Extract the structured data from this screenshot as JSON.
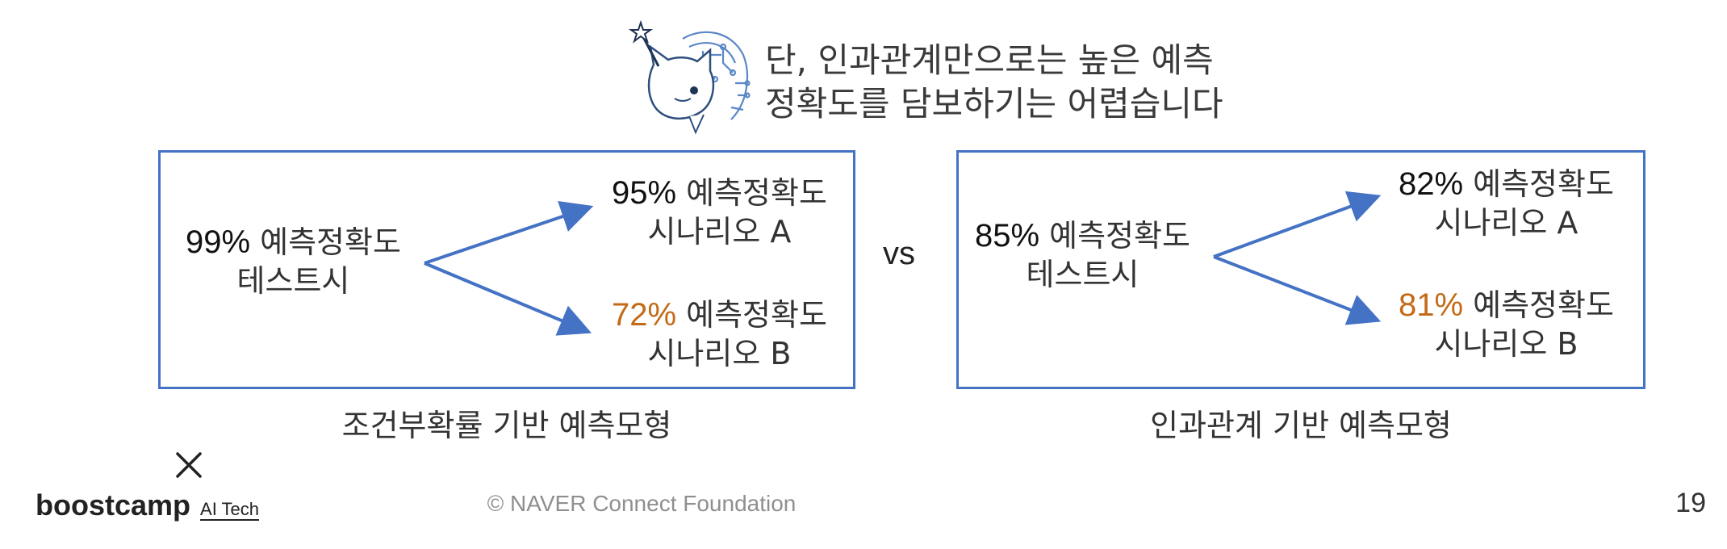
{
  "headline": {
    "line1": "단, 인과관계만으로는 높은 예측",
    "line2": "정확도를 담보하기는 어렵습니다"
  },
  "left_panel": {
    "source": {
      "pct": "99%",
      "label": " 예측정확도",
      "line2": "테스트시"
    },
    "upper": {
      "pct": "95%",
      "label": " 예측정확도",
      "line2": "시나리오 A"
    },
    "lower": {
      "pct": "72%",
      "label": " 예측정확도",
      "line2": "시나리오 B"
    },
    "caption": "조건부확률 기반 예측모형"
  },
  "vs_label": "vs",
  "right_panel": {
    "source": {
      "pct": "85%",
      "label": " 예측정확도",
      "line2": "테스트시"
    },
    "upper": {
      "pct": "82%",
      "label": " 예측정확도",
      "line2": "시나리오 A"
    },
    "lower": {
      "pct": "81%",
      "label": " 예측정확도",
      "line2": "시나리오 B"
    },
    "caption": "인과관계 기반 예측모형"
  },
  "footer": {
    "logo_main": "boostcamp",
    "logo_sub": "AI Tech",
    "copyright": "©  NAVER Connect Foundation",
    "page_number": "19"
  },
  "colors": {
    "frame_blue": "#4472c4",
    "arrow_blue": "#4472c4",
    "highlight_orange": "#c46a16"
  },
  "icons": [
    "mascot-illustration",
    "close-x-icon"
  ]
}
